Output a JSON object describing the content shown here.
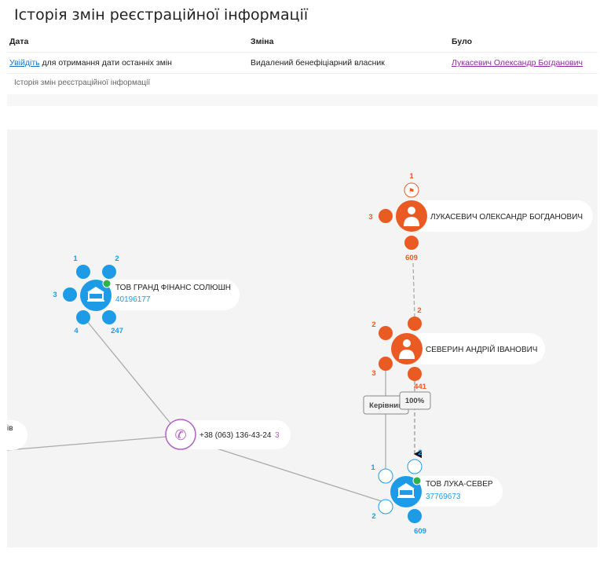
{
  "title": "Історія змін реєстраційної інформації",
  "table": {
    "headers": [
      "Дата",
      "Зміна",
      "Було"
    ],
    "rows": [
      {
        "date_link": "Увійдіть",
        "date_text": " для отримання дати останніх змін",
        "change": "Видалений бенефіціарний власник",
        "was": "Лукасевич Олександр Богданович"
      }
    ]
  },
  "note": "Історія змін реєстраційної інформації",
  "colors": {
    "company": "#1e9be6",
    "person": "#ea5a23",
    "phone": "#b45fc7",
    "graph_bg": "#f4f4f4"
  },
  "graph": {
    "grand": {
      "name": "ТОВ ГРАНД ФІНАНС СОЛЮШН",
      "code": "40196177",
      "counts": [
        "1",
        "2",
        "3",
        "4",
        "247"
      ]
    },
    "phone": {
      "number": "+38 (063) 136-43-24",
      "count": "3"
    },
    "left_cut": "ів",
    "lukasevych": {
      "name": "ЛУКАСЕВИЧ ОЛЕКСАНДР БОГДАНОВИЧ",
      "counts": [
        "1",
        "3",
        "609"
      ]
    },
    "severyn": {
      "name": "СЕВЕРИН АНДРІЙ ІВАНОВИЧ",
      "counts": [
        "2",
        "2",
        "3",
        "441"
      ]
    },
    "edge_share": "100%",
    "edge_role": "Керівник",
    "luka": {
      "name": "ТОВ ЛУКА-СЕВЕР",
      "code": "37769673",
      "counts": [
        "2",
        "1",
        "2",
        "609"
      ]
    }
  }
}
